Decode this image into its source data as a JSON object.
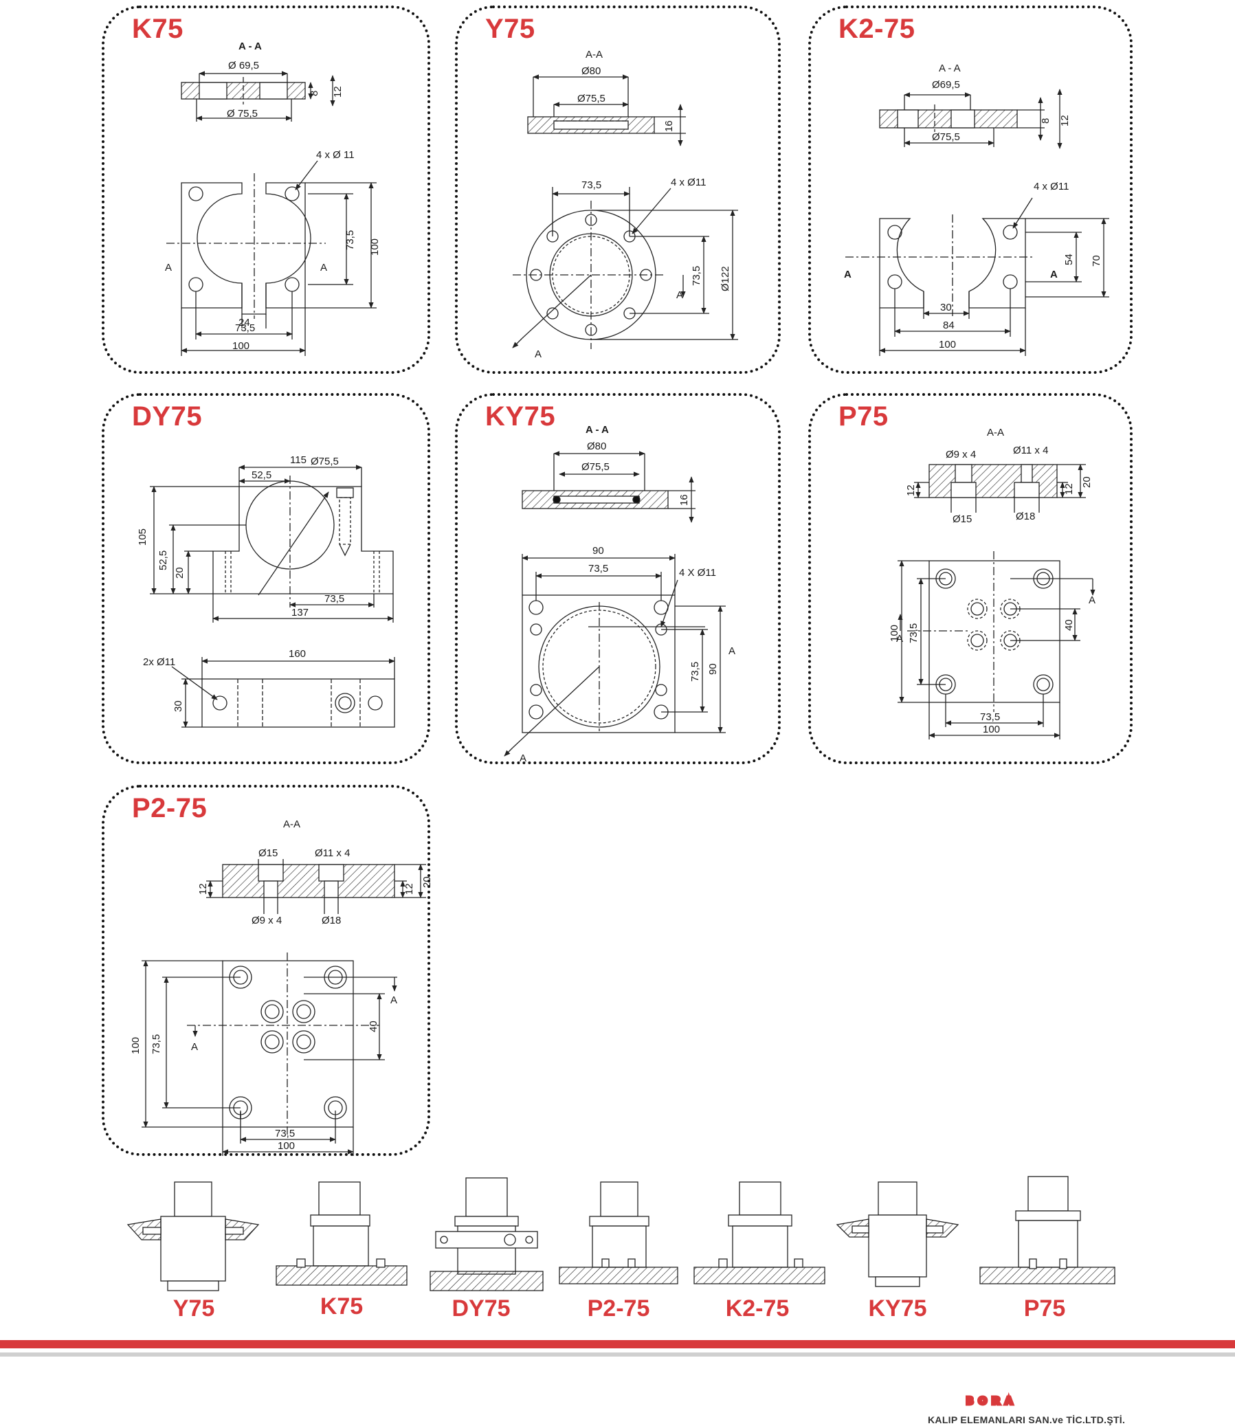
{
  "panels": {
    "k75": {
      "title": "K75",
      "section": "A - A",
      "d695": "Ø 69,5",
      "d755": "Ø 75,5",
      "h8": "8",
      "h12": "12",
      "holes": "4 x Ø 11",
      "d735": "73,5",
      "d100v": "100",
      "d24": "24",
      "d735h": "73,5",
      "d100h": "100",
      "a": "A"
    },
    "y75": {
      "title": "Y75",
      "section": "A-A",
      "d80": "Ø80",
      "d755": "Ø75,5",
      "h16": "16",
      "d735top": "73,5",
      "holes": "4 x Ø11",
      "d735v": "73,5",
      "d122": "Ø122",
      "a": "A"
    },
    "k275": {
      "title": "K2-75",
      "section": "A - A",
      "d695": "Ø69,5",
      "d755": "Ø75,5",
      "h8": "8",
      "h12": "12",
      "holes": "4 x Ø11",
      "d54": "54",
      "d70": "70",
      "d30": "30",
      "d84": "84",
      "d100": "100",
      "a": "A"
    },
    "dy75": {
      "title": "DY75",
      "d115": "115",
      "d525": "52,5",
      "d755": "Ø75,5",
      "d105": "105",
      "d525v": "52,5",
      "d20": "20",
      "d735": "73,5",
      "d137": "137",
      "holes": "2x Ø11",
      "d160": "160",
      "d30": "30"
    },
    "ky75": {
      "title": "KY75",
      "section": "A - A",
      "d80": "Ø80",
      "d755": "Ø75,5",
      "h16": "16",
      "d90": "90",
      "d735": "73,5",
      "holes": "4 X Ø11",
      "d735v": "73,5",
      "d90v": "90",
      "a": "A"
    },
    "p75": {
      "title": "P75",
      "section": "A-A",
      "d9": "Ø9 x 4",
      "d11": "Ø11 x 4",
      "h12": "12",
      "h20": "20",
      "d15": "Ø15",
      "d18": "Ø18",
      "d100": "100",
      "d735": "73,5",
      "d40": "40",
      "d735h": "73,5",
      "d100h": "100",
      "a": "A"
    },
    "p275": {
      "title": "P2-75",
      "section": "A-A",
      "d15": "Ø15",
      "d11": "Ø11 x 4",
      "h12": "12",
      "h20": "20",
      "d9": "Ø9 x 4",
      "d18": "Ø18",
      "d100": "100",
      "d735": "73,5",
      "d40": "40",
      "d735h": "73,5",
      "d100h": "100",
      "a": "A"
    }
  },
  "thumbnails": [
    "Y75",
    "K75",
    "DY75",
    "P2-75",
    "K2-75",
    "KY75",
    "P75"
  ],
  "brand": {
    "logo": "BORA",
    "company": "KALIP ELEMANLARI SAN.ve TİC.LTD.ŞTİ."
  },
  "colors": {
    "accent": "#d8393b",
    "line": "#1a1a1a",
    "footer_grey": "#d0d0d0"
  }
}
